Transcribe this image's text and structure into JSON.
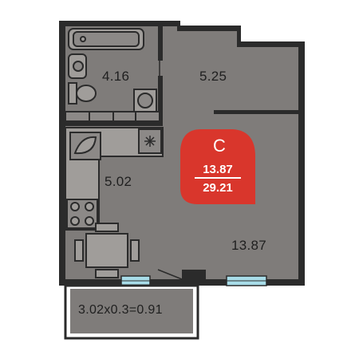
{
  "badge": {
    "type": "С",
    "living_area": "13.87",
    "total_area": "29.21",
    "color": "#d9362c"
  },
  "rooms": {
    "bathroom": "4.16",
    "hallway": "5.25",
    "kitchen": "5.02",
    "living": "13.87"
  },
  "balcony": {
    "formula": "3.02x0.3=0.91"
  },
  "colors": {
    "floor": "#7f7c7a",
    "wall": "#2b2b2b",
    "window": "#a8dce8"
  }
}
